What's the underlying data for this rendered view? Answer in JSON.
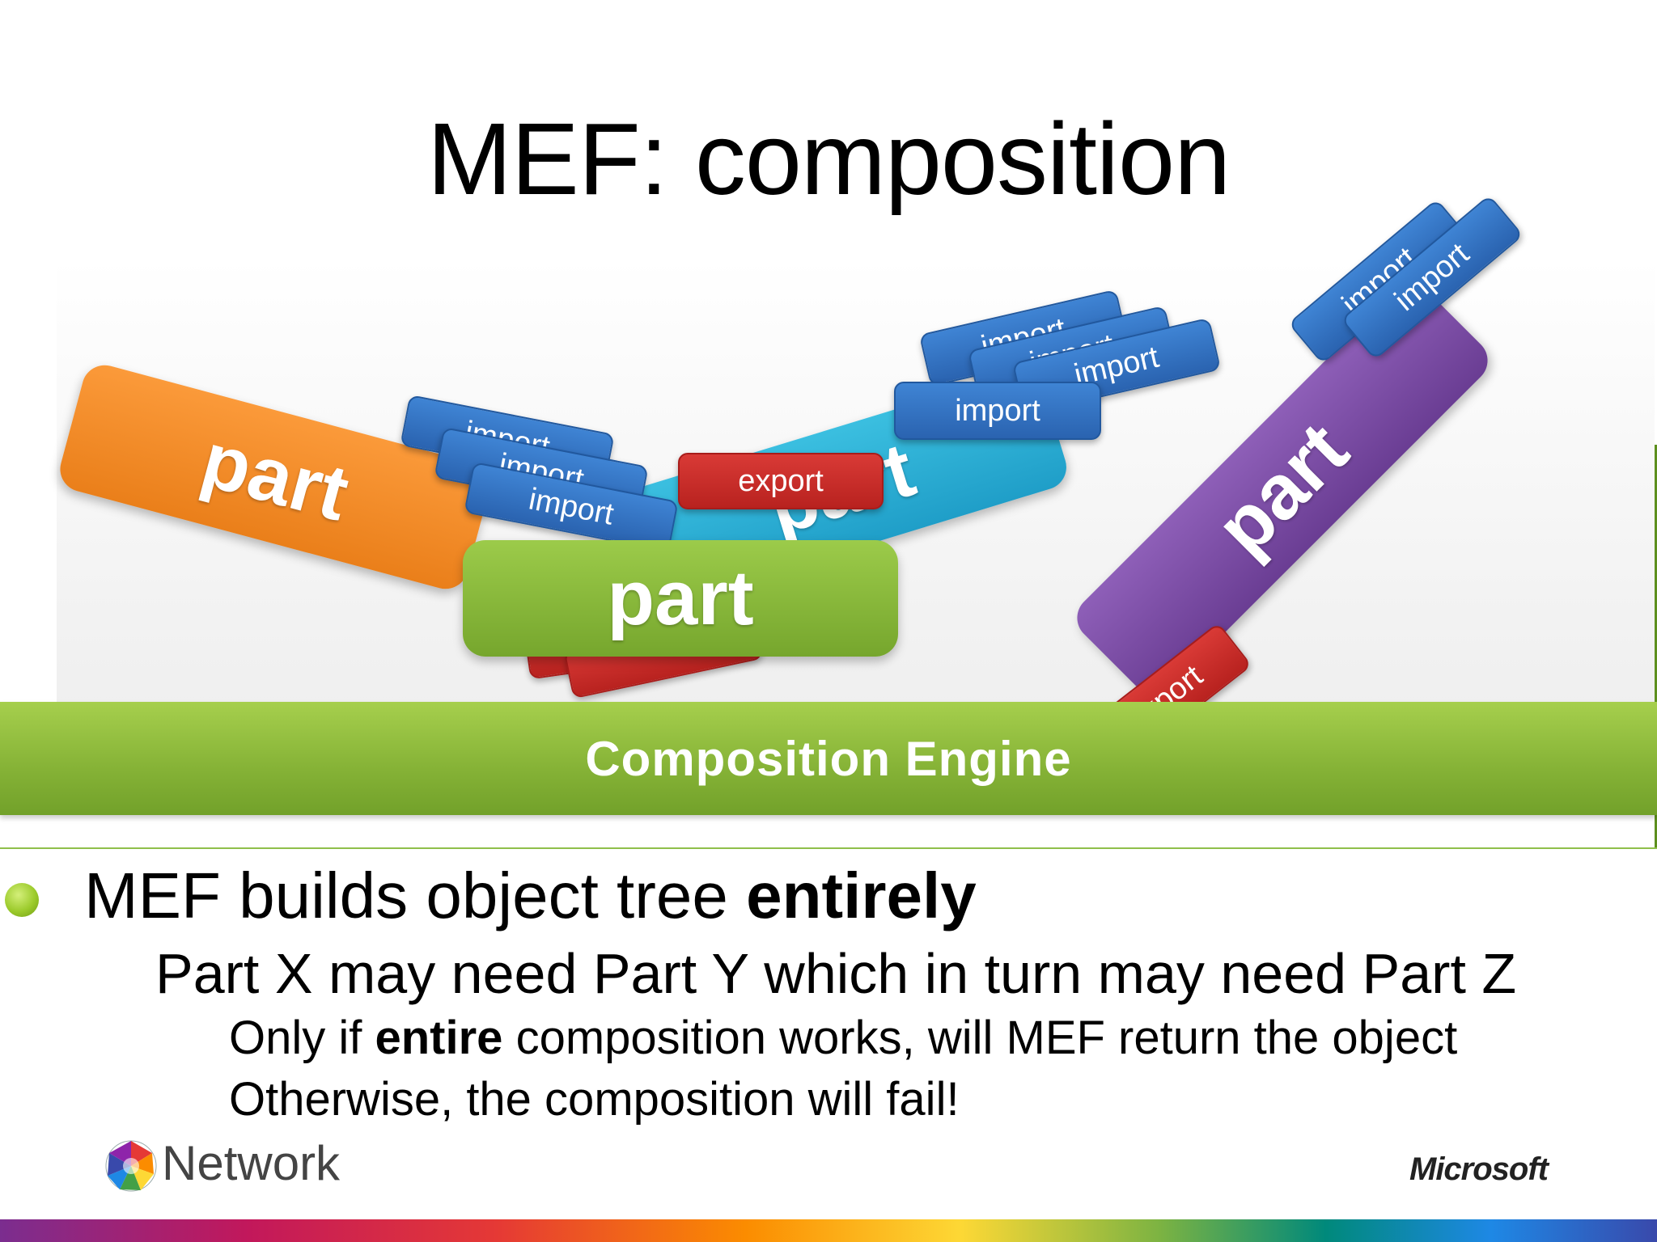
{
  "slide": {
    "title": "MEF: composition"
  },
  "diagram": {
    "parts": {
      "orange": "part",
      "cyan": "part",
      "green": "part",
      "purple": "part"
    },
    "imports": {
      "left_1": "import",
      "left_2": "import",
      "left_3": "import",
      "mid_1": "import",
      "mid_2": "import",
      "mid_3": "import",
      "mid_4": "import",
      "right_1": "import",
      "right_2": "import"
    },
    "exports": {
      "cyan": "export",
      "purple": "export"
    },
    "engine_label": "Composition Engine"
  },
  "bullets": {
    "l1_pre": "MEF builds object tree ",
    "l1_bold": "entirely",
    "l2": "Part X may need Part Y which in turn may need Part Z",
    "l3_pre": "Only if ",
    "l3_bold": "entire",
    "l3_post": " composition works, will MEF return the object",
    "l4": "Otherwise, the composition will fail!"
  },
  "footer": {
    "network_label": "Network",
    "microsoft_label": "Microsoft"
  },
  "colors": {
    "part_orange": "#ea7f1a",
    "part_cyan": "#1f9ec8",
    "part_green": "#76a62d",
    "part_purple": "#6a3d93",
    "import_blue": "#2a63b0",
    "export_red": "#b8221f",
    "engine_green": "#85b236"
  }
}
